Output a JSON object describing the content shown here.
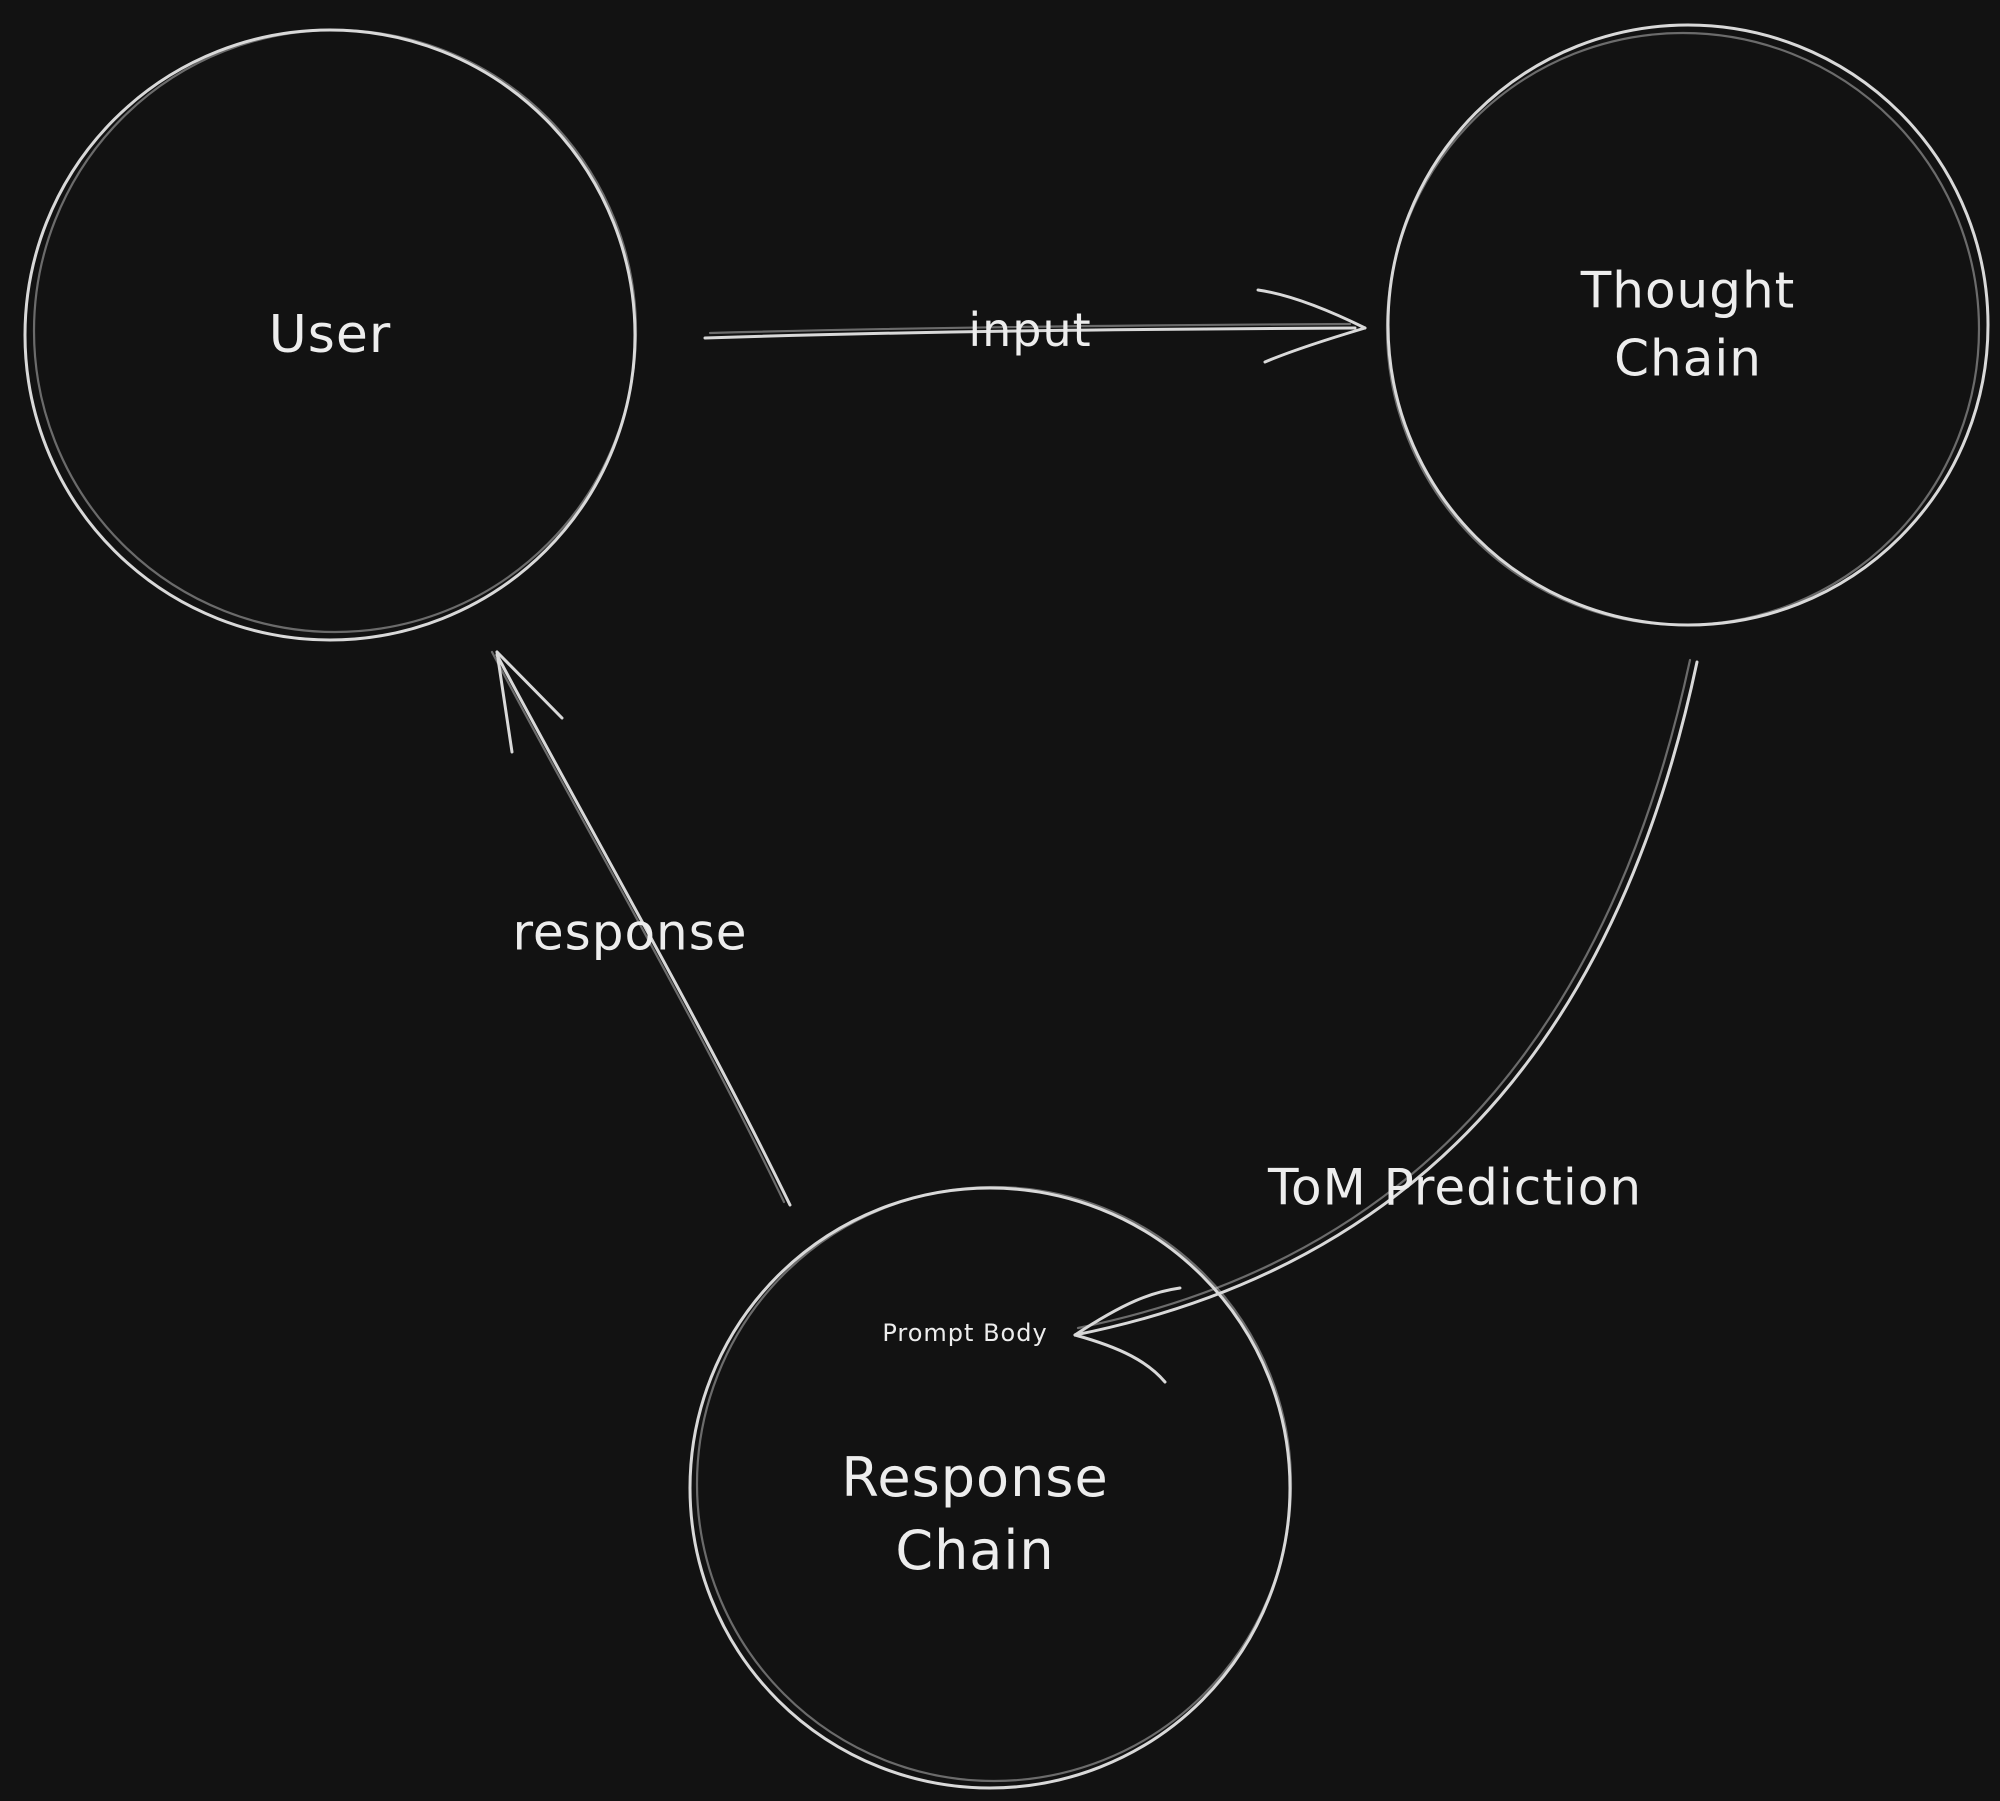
{
  "diagram": {
    "title": "User / Thought Chain / Response Chain loop",
    "colors": {
      "background": "#121212",
      "stroke": "#d9d9d9",
      "text": "#ededed"
    },
    "nodes": [
      {
        "id": "user",
        "label": "User",
        "shape": "circle"
      },
      {
        "id": "thought-chain",
        "label": "Thought\nChain",
        "shape": "circle"
      },
      {
        "id": "response-chain",
        "label": "Response\nChain",
        "shape": "circle"
      }
    ],
    "edges": [
      {
        "id": "input",
        "label": "input",
        "from": "user",
        "to": "thought-chain"
      },
      {
        "id": "tom-prediction",
        "label": "ToM Prediction",
        "from": "thought-chain",
        "to": "response-chain"
      },
      {
        "id": "response",
        "label": "response",
        "from": "response-chain",
        "to": "user"
      }
    ],
    "annotations": [
      {
        "id": "prompt-body",
        "label": "Prompt Body"
      }
    ]
  }
}
